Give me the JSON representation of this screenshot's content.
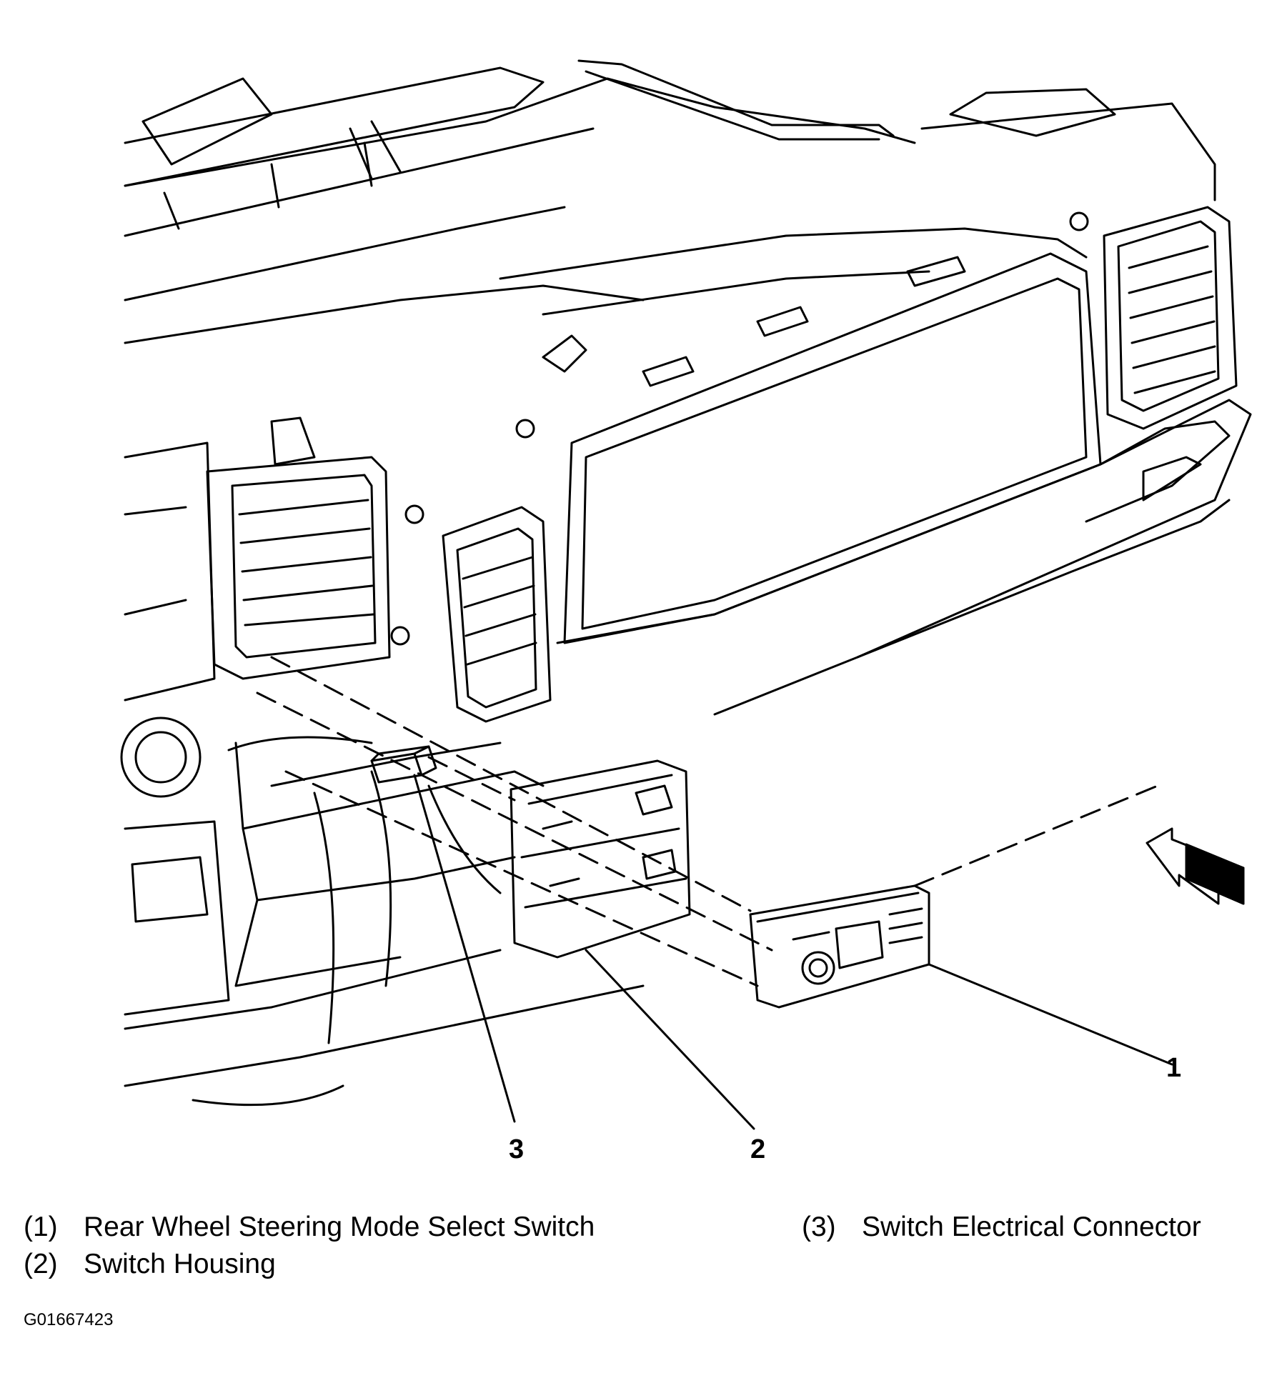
{
  "callouts": {
    "c1": "1",
    "c2": "2",
    "c3": "3"
  },
  "legend": [
    {
      "num": "(1)",
      "label": "Rear Wheel Steering Mode Select Switch"
    },
    {
      "num": "(2)",
      "label": "Switch Housing"
    },
    {
      "num": "(3)",
      "label": "Switch Electrical Connector"
    }
  ],
  "figure_id": "G01667423",
  "colors": {
    "line": "#000000",
    "background": "#ffffff"
  },
  "icons": {
    "view_arrow": "view-direction-arrow-icon"
  }
}
